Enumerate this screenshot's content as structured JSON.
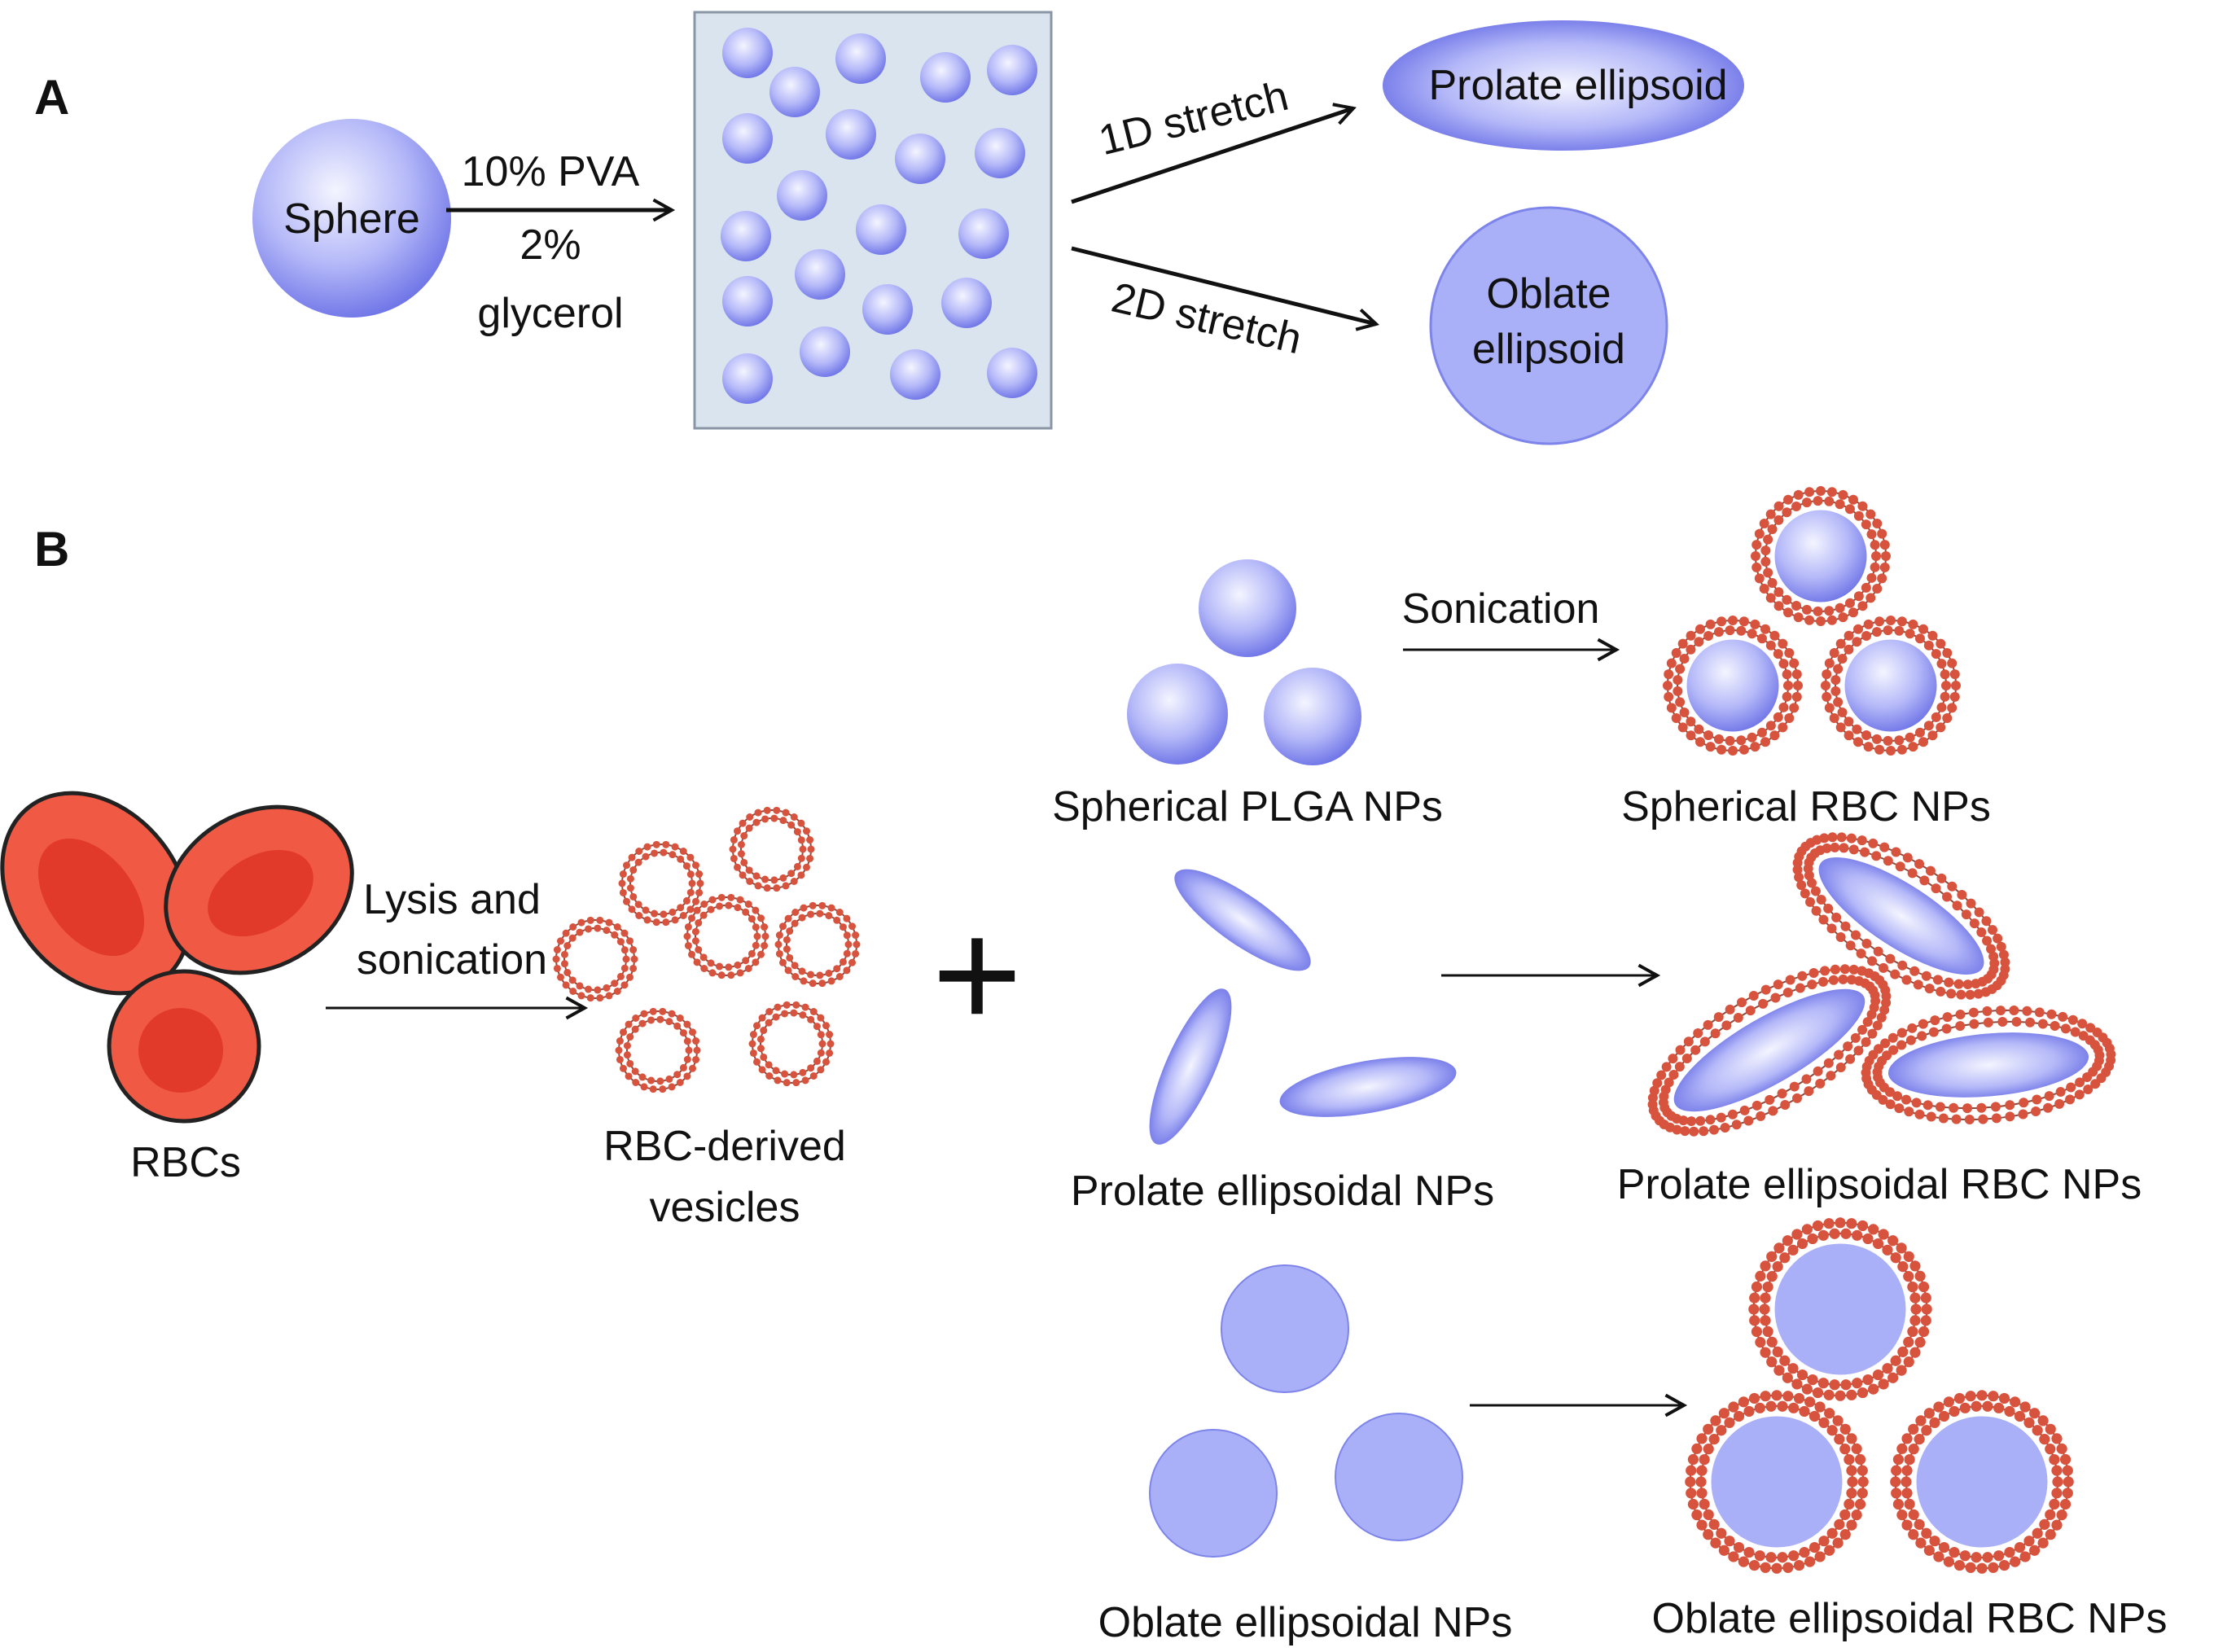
{
  "panel_a": {
    "label": "A",
    "sphere_label": "Sphere",
    "conditions": [
      "10% PVA",
      "2%",
      "glycerol"
    ],
    "stretch_1d_label": "1D stretch",
    "stretch_2d_label": "2D stretch",
    "prolate_label": "Prolate ellipsoid",
    "oblate_label_lines": [
      "Oblate",
      "ellipsoid"
    ]
  },
  "panel_b": {
    "label": "B",
    "rbcs_label": "RBCs",
    "lysis_label_lines": [
      "Lysis and",
      "sonication"
    ],
    "vesicles_label_lines": [
      "RBC-derived",
      "vesicles"
    ],
    "plus_symbol": "+",
    "sonication_label": "Sonication",
    "spherical_plga_label": "Spherical PLGA NPs",
    "spherical_rbc_label": "Spherical RBC NPs",
    "prolate_nps_label": "Prolate ellipsoidal NPs",
    "prolate_rbc_label": "Prolate ellipsoidal RBC NPs",
    "oblate_nps_label": "Oblate ellipsoidal NPs",
    "oblate_rbc_label": "Oblate ellipsoidal RBC NPs"
  },
  "colors": {
    "particle_light": "#f2f3ff",
    "particle_mid": "#a9aef7",
    "particle_dark": "#6a70e6",
    "oblate_fill": "#aab0f7",
    "film_fill": "#d9e4ef",
    "rbc_outer": "#f05a45",
    "rbc_inner": "#e23a2a",
    "membrane_dot": "#d8533d",
    "membrane_line": "#8a4a3e"
  }
}
